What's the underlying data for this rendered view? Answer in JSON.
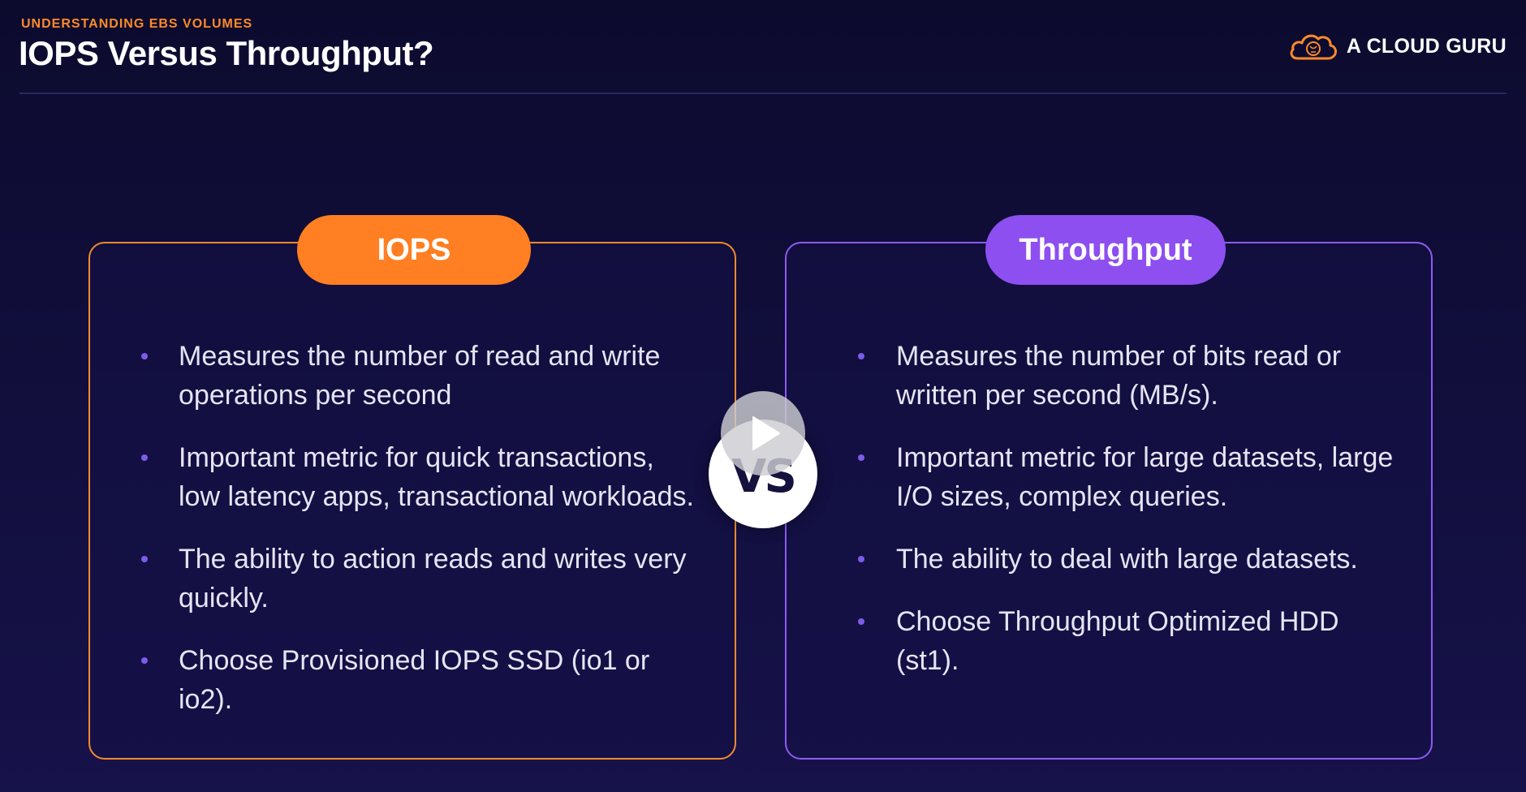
{
  "header": {
    "eyebrow": "UNDERSTANDING EBS VOLUMES",
    "title": "IOPS Versus Throughput?",
    "brand": "A CLOUD GURU"
  },
  "left_card": {
    "label": "IOPS",
    "bullets": [
      "Measures the number of read and write operations per second",
      "Important metric for quick transactions, low latency apps, transactional workloads.",
      "The ability to action reads and writes very quickly.",
      "Choose Provisioned IOPS SSD (io1 or io2)."
    ]
  },
  "right_card": {
    "label": "Throughput",
    "bullets": [
      "Measures the number of bits read or written per second (MB/s).",
      "Important metric for large datasets, large I/O sizes, complex queries.",
      "The ability to deal with large datasets.",
      "Choose Throughput Optimized HDD (st1)."
    ]
  },
  "vs_label": "VS",
  "icons": {
    "brand": "cloud-logo-icon",
    "play": "play-icon",
    "bullet": "bullet-dot-icon"
  },
  "colors": {
    "background": "#0f0d38",
    "accent_orange": "#ff7f22",
    "accent_purple": "#8d4ff0",
    "bullet": "#7d5ce8"
  }
}
